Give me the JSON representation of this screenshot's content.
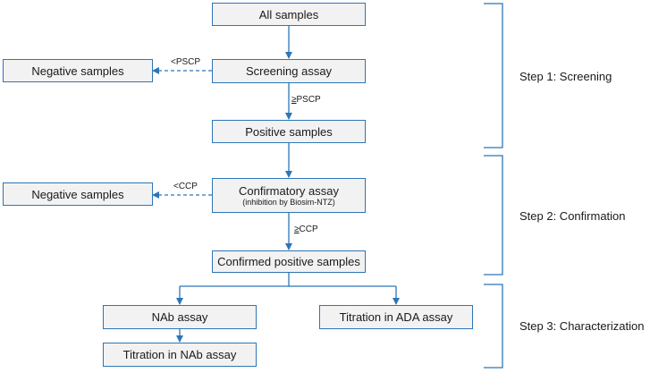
{
  "diagram": {
    "boxes": {
      "all_samples": "All samples",
      "screening_assay": "Screening assay",
      "negative_samples_1": "Negative samples",
      "positive_samples": "Positive samples",
      "confirmatory_assay": "Confirmatory assay",
      "confirmatory_assay_sub": "(inhibition by Biosim-NTZ)",
      "negative_samples_2": "Negative samples",
      "confirmed_positive_samples": "Confirmed positive samples",
      "nab_assay": "NAb assay",
      "titration_ada": "Titration in ADA assay",
      "titration_nab": "Titration in NAb assay"
    },
    "edge_labels": {
      "lt_pscp": "<PSCP",
      "ge_pscp_sym": "≥",
      "ge_pscp_text": "PSCP",
      "lt_ccp": "<CCP",
      "ge_ccp_sym": "≥",
      "ge_ccp_text": "CCP"
    },
    "steps": {
      "step1": "Step 1: Screening",
      "step2": "Step 2: Confirmation",
      "step3": "Step 3: Characterization"
    },
    "colors": {
      "arrow": "#2e75b6",
      "bracket": "#2e75b6",
      "box_border": "#2e75b6",
      "box_fill": "#f2f2f2"
    }
  }
}
